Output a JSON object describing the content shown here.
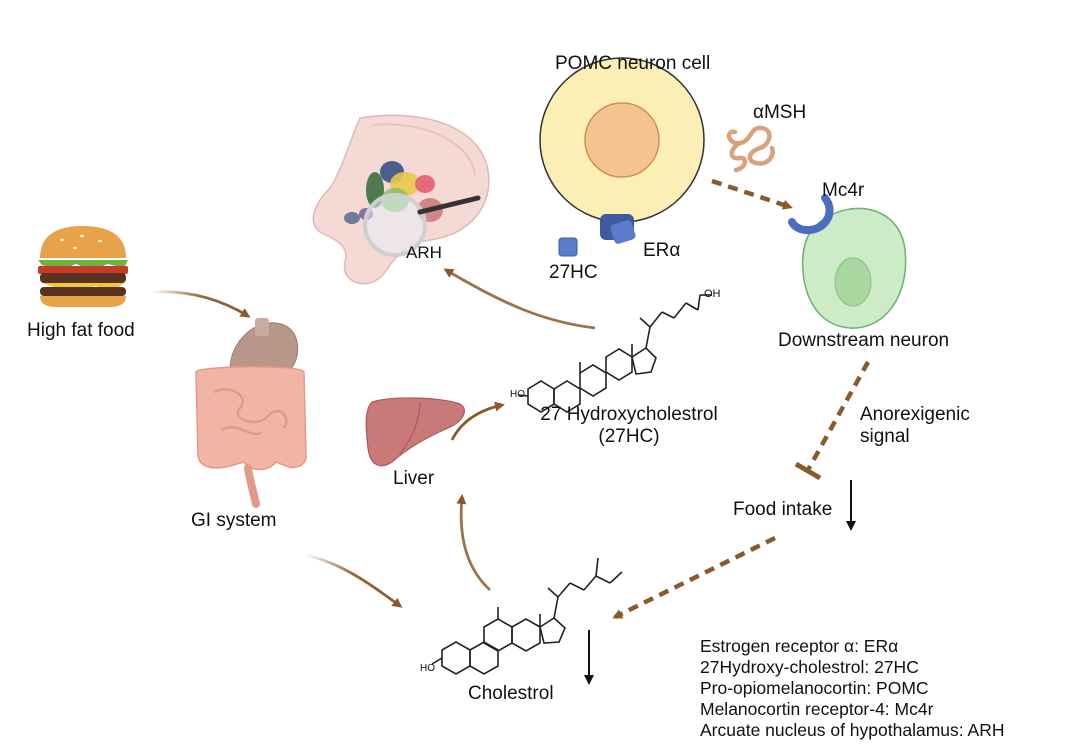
{
  "labels": {
    "pomc_cell": "POMC neuron cell",
    "amsh": "αMSH",
    "mc4r": "Mc4r",
    "era": "ERα",
    "hc27_short": "27HC",
    "arh": "ARH",
    "high_fat_food": "High fat food",
    "downstream_neuron": "Downstream neuron",
    "hydroxycholestrol_line1": "27 Hydroxycholestrol",
    "hydroxycholestrol_line2": "(27HC)",
    "liver": "Liver",
    "anorexigenic_line1": "Anorexigenic",
    "anorexigenic_line2": "signal",
    "gi_system": "GI system",
    "food_intake": "Food intake",
    "cholestrol": "Cholestrol",
    "chem_oh": "OH",
    "chem_ho": "HO"
  },
  "legend": [
    "Estrogen receptor α:  ERα",
    "27Hydroxy-cholestrol: 27HC",
    "Pro-opiomelanocortin: POMC",
    "Melanocortin receptor-4: Mc4r",
    "Arcuate nucleus of hypothalamus: ARH"
  ],
  "colors": {
    "arrow_brown": "#8B5A2B",
    "cell_fill": "#FBEFB6",
    "nucleus_fill": "#F5C48E",
    "neuron_fill": "#CDEBC6",
    "receptor_blue": "#4A6FC0"
  }
}
